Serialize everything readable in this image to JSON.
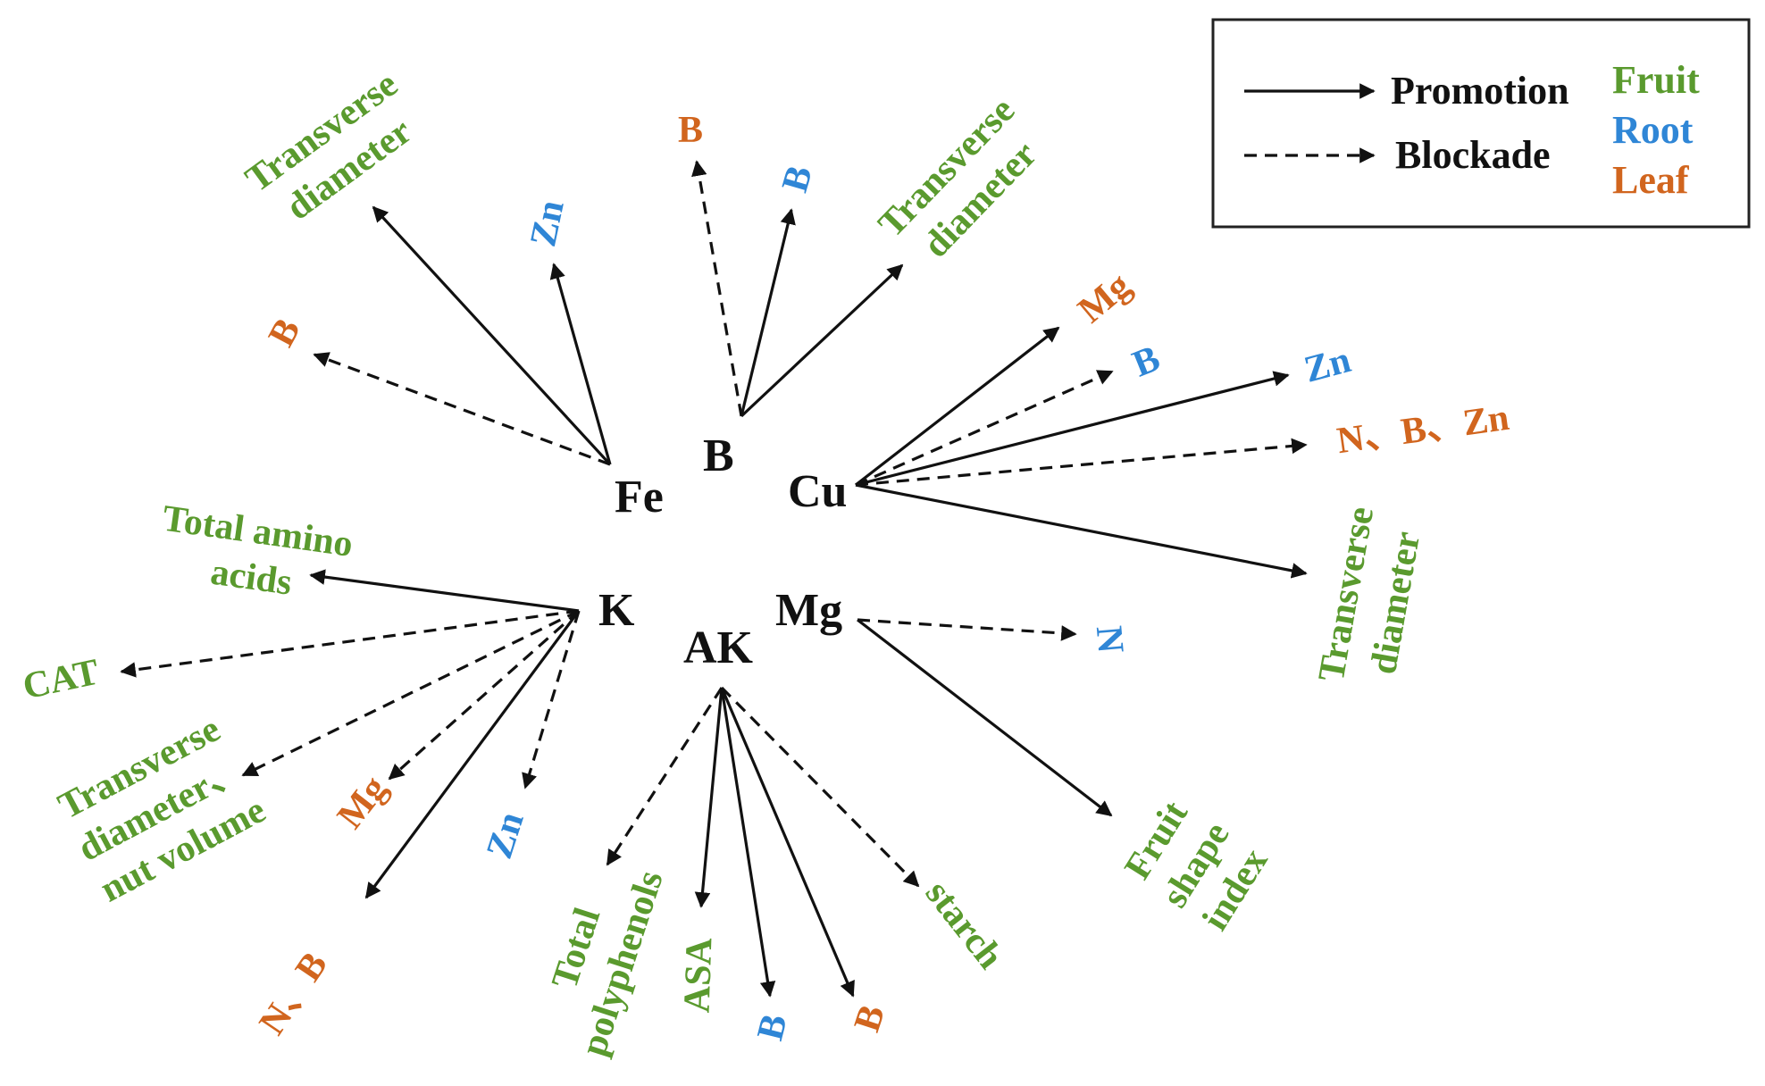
{
  "colors": {
    "fruit": "#5a9a2e",
    "root": "#2f86d6",
    "leaf": "#d1651e",
    "ink": "#111111"
  },
  "legend": {
    "promotion_label": "Promotion",
    "blockade_label": "Blockade",
    "fruit_label": "Fruit",
    "root_label": "Root",
    "leaf_label": "Leaf"
  },
  "nodes": {
    "fe": "Fe",
    "b": "B",
    "cu": "Cu",
    "k": "K",
    "mg": "Mg",
    "ak": "AK"
  },
  "relations": {
    "fe_b": {
      "from": "Fe",
      "type": "blockade",
      "organ": "leaf",
      "lines": [
        "B"
      ]
    },
    "fe_transverse": {
      "from": "Fe",
      "type": "promotion",
      "organ": "fruit",
      "lines": [
        "Transverse",
        "diameter"
      ]
    },
    "fe_zn": {
      "from": "Fe",
      "type": "promotion",
      "organ": "root",
      "lines": [
        "Zn"
      ]
    },
    "b_b_leaf": {
      "from": "B",
      "type": "blockade",
      "organ": "leaf",
      "lines": [
        "B"
      ]
    },
    "b_b_root": {
      "from": "B",
      "type": "promotion",
      "organ": "root",
      "lines": [
        "B"
      ]
    },
    "b_transverse": {
      "from": "B",
      "type": "promotion",
      "organ": "fruit",
      "lines": [
        "Transverse",
        "diameter"
      ]
    },
    "cu_mg": {
      "from": "Cu",
      "type": "promotion",
      "organ": "leaf",
      "lines": [
        "Mg"
      ]
    },
    "cu_b": {
      "from": "Cu",
      "type": "blockade",
      "organ": "root",
      "lines": [
        "B"
      ]
    },
    "cu_zn": {
      "from": "Cu",
      "type": "promotion",
      "organ": "root",
      "lines": [
        "Zn"
      ]
    },
    "cu_nbzn": {
      "from": "Cu",
      "type": "blockade",
      "organ": "leaf",
      "lines": [
        "N、B、Zn"
      ]
    },
    "cu_transverse": {
      "from": "Cu",
      "type": "promotion",
      "organ": "fruit",
      "lines": [
        "Transverse",
        "diameter"
      ]
    },
    "k_amino": {
      "from": "K",
      "type": "promotion",
      "organ": "fruit",
      "lines": [
        "Total amino",
        "acids"
      ]
    },
    "k_cat": {
      "from": "K",
      "type": "blockade",
      "organ": "fruit",
      "lines": [
        "CAT"
      ]
    },
    "k_transverse_nut": {
      "from": "K",
      "type": "blockade",
      "organ": "fruit",
      "lines": [
        "Transverse",
        "diameter、",
        "nut volume"
      ]
    },
    "k_mg": {
      "from": "K",
      "type": "blockade",
      "organ": "leaf",
      "lines": [
        "Mg"
      ]
    },
    "k_zn": {
      "from": "K",
      "type": "blockade",
      "organ": "root",
      "lines": [
        "Zn"
      ]
    },
    "k_nb": {
      "from": "K",
      "type": "promotion",
      "organ": "leaf",
      "lines": [
        "N、B"
      ]
    },
    "mg_n": {
      "from": "Mg",
      "type": "blockade",
      "organ": "root",
      "lines": [
        "N"
      ]
    },
    "mg_fsi": {
      "from": "Mg",
      "type": "promotion",
      "organ": "fruit",
      "lines": [
        "Fruit",
        "shape",
        "index"
      ]
    },
    "ak_polyphenols": {
      "from": "AK",
      "type": "blockade",
      "organ": "fruit",
      "lines": [
        "Total",
        "polyphenols"
      ]
    },
    "ak_asa": {
      "from": "AK",
      "type": "promotion",
      "organ": "fruit",
      "lines": [
        "ASA"
      ]
    },
    "ak_b_root": {
      "from": "AK",
      "type": "promotion",
      "organ": "root",
      "lines": [
        "B"
      ]
    },
    "ak_b_leaf": {
      "from": "AK",
      "type": "promotion",
      "organ": "leaf",
      "lines": [
        "B"
      ]
    },
    "ak_starch": {
      "from": "AK",
      "type": "blockade",
      "organ": "fruit",
      "lines": [
        "starch"
      ]
    }
  }
}
